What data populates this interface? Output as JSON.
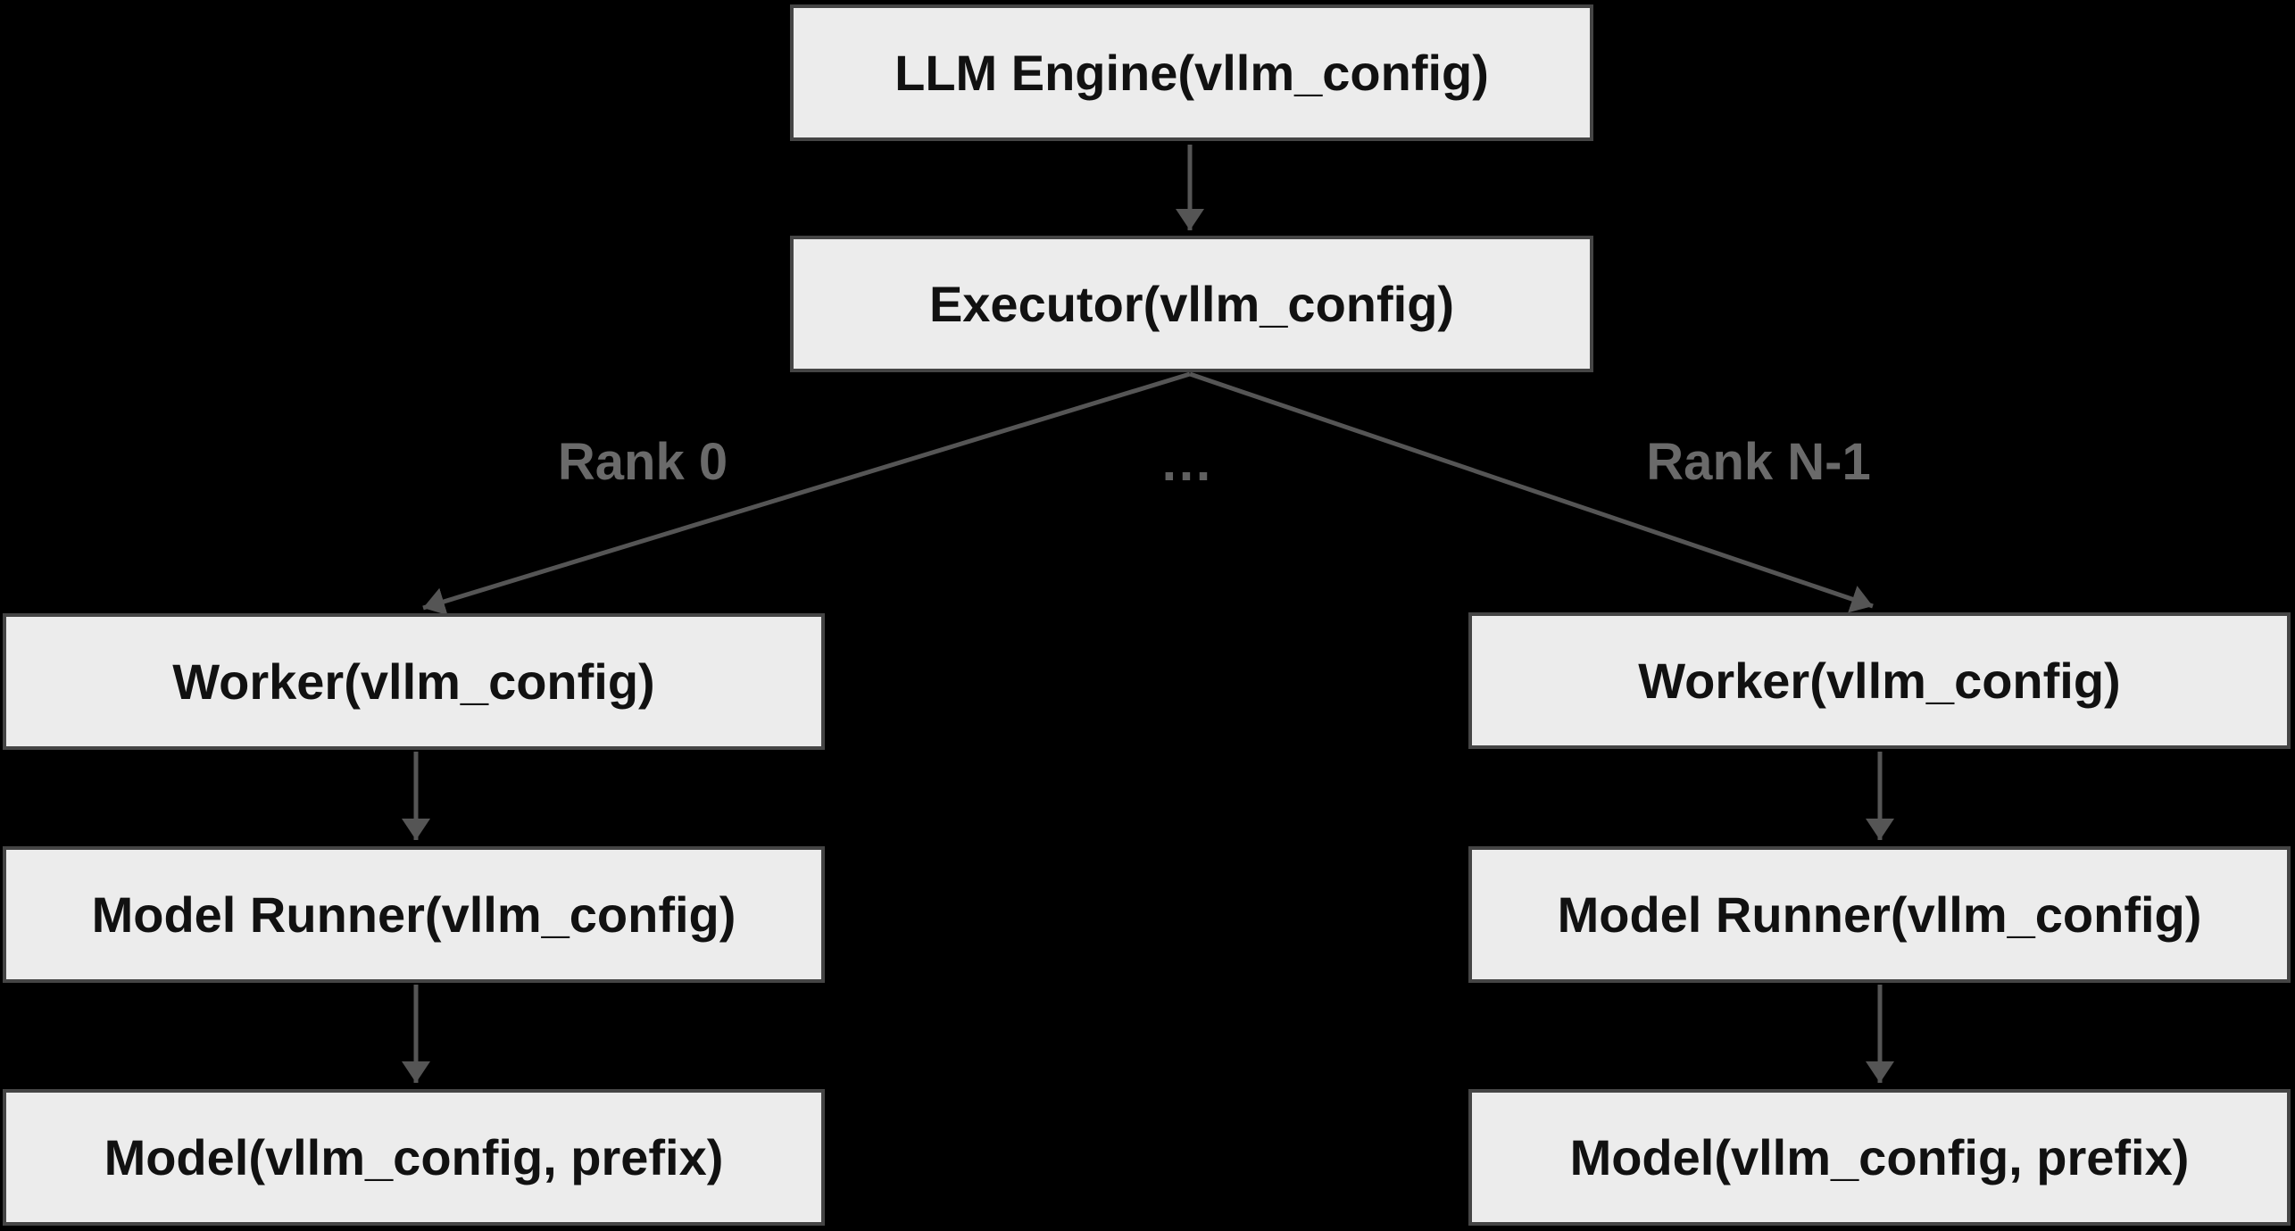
{
  "colors": {
    "background": "#000000",
    "node_fill": "#ececec",
    "node_border": "#454545",
    "node_text": "#111111",
    "arrow": "#555555",
    "edge_label": "#6a6a6a"
  },
  "diagram": {
    "nodes": [
      {
        "id": "llm-engine",
        "label": "LLM Engine(vllm_config)"
      },
      {
        "id": "executor",
        "label": "Executor(vllm_config)"
      },
      {
        "id": "worker-left",
        "label": "Worker(vllm_config)"
      },
      {
        "id": "worker-right",
        "label": "Worker(vllm_config)"
      },
      {
        "id": "model-runner-left",
        "label": "Model Runner(vllm_config)"
      },
      {
        "id": "model-runner-right",
        "label": "Model Runner(vllm_config)"
      },
      {
        "id": "model-left",
        "label": "Model(vllm_config, prefix)"
      },
      {
        "id": "model-right",
        "label": "Model(vllm_config, prefix)"
      }
    ],
    "edge_labels": {
      "left_branch": "Rank 0",
      "right_branch": "Rank N-1",
      "middle_ellipsis": "…"
    }
  }
}
